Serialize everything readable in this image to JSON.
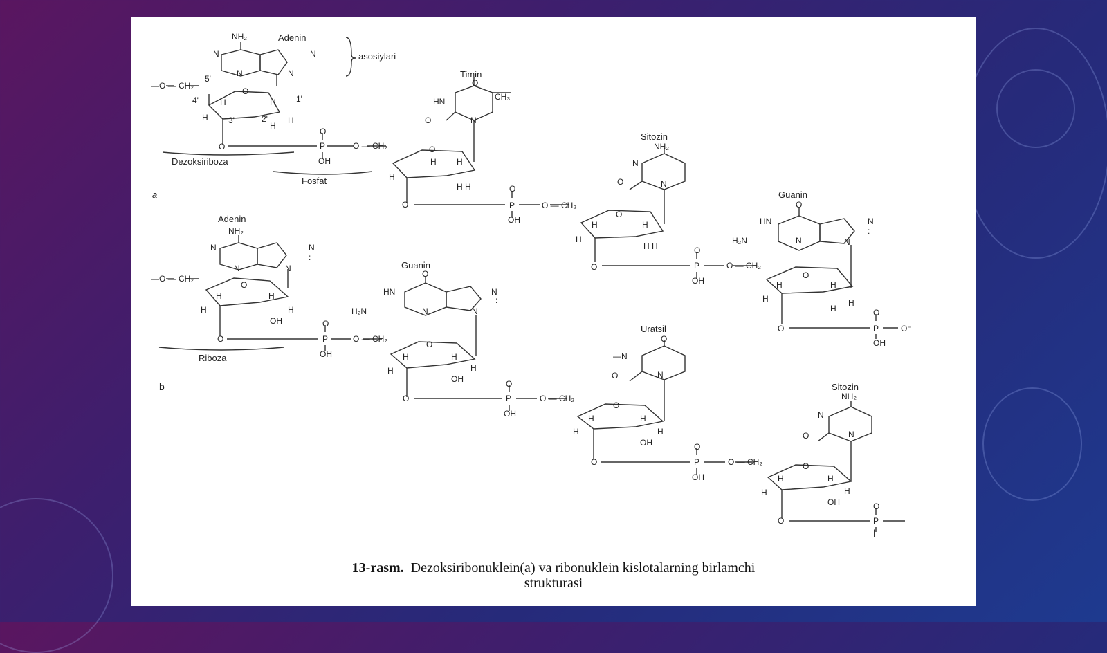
{
  "labels": {
    "adenin_a": "Adenin",
    "asosiylari": "asosiylari",
    "timin": "Timin",
    "sitozin_a": "Sitozin",
    "guanin_a": "Guanin",
    "dezoksiriboza": "Dezoksiriboza",
    "fosfat": "Fosfat",
    "part_a": "a",
    "adenin_b": "Adenin",
    "guanin_b": "Guanin",
    "uratsil": "Uratsil",
    "sitozin_b": "Sitozin",
    "riboza": "Riboza",
    "part_b": "b"
  },
  "caption": {
    "number": "13-rasm.",
    "line1": "Dezoksiribonuklein(a) va ribonuklein kislotalarning birlamchi",
    "line2": "strukturasi"
  },
  "colors": {
    "background": "#2b2a78",
    "slide": "#ffffff",
    "ink": "#222222"
  }
}
